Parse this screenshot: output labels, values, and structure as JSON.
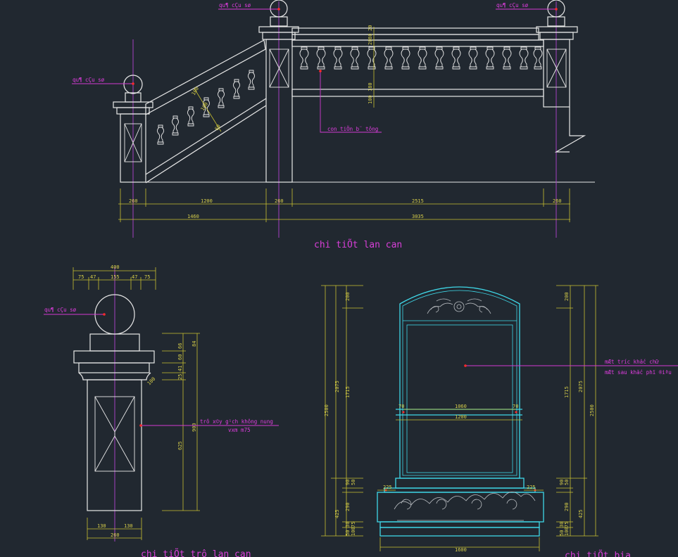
{
  "titles": {
    "railing": "chi tiÕt lan can",
    "post": "chi tiÕt trô lan can",
    "stele": "chi tiÕt bia"
  },
  "labels": {
    "ball_top_left": "qu¶ cÇu sø",
    "ball_top_right": "qu¶ cÇu sø",
    "ball_stair": "qu¶ cÇu sø",
    "baluster": "con tiÖn b¨ tông",
    "ball_post": "qu¶ cÇu sø",
    "post_core_1": "trô x©y g¹ch không nung",
    "post_core_2": "vxm m75",
    "stele_front": "mÆt tr­íc khắc chữ",
    "stele_back": "mÆt sau khắc phï ®iªu"
  },
  "dims_railing": {
    "d260a": "260",
    "d1200": "1200",
    "d260b": "260",
    "d2515": "2515",
    "d260c": "260",
    "d1460": "1460",
    "d3035": "3035",
    "v100": "100",
    "v180": "180",
    "v20a": "20",
    "v80": "80",
    "v20b": "20",
    "s100a": "100",
    "s100b": "100",
    "s60": "60"
  },
  "dims_post": {
    "w400": "400",
    "w75a": "75",
    "w47a": "47",
    "w155": "155",
    "w47b": "47",
    "w75b": "75",
    "v66": "66",
    "v84": "84",
    "v60": "60",
    "v41": "41",
    "v25": "25",
    "v625": "625",
    "v900": "900",
    "b130a": "130",
    "b130b": "130",
    "b260": "260",
    "diag": "100"
  },
  "dims_stele": {
    "l200": "200",
    "l1715": "1715",
    "l2075": "2075",
    "l2500": "2500",
    "l50": "50",
    "l90": "90",
    "l290": "290",
    "l425": "425",
    "l30": "30",
    "l75": "75",
    "l50b": "50",
    "l100": "100",
    "w1060": "1060",
    "w1200": "1200",
    "w225a": "225",
    "w225b": "225",
    "w1600": "1600",
    "c70a": "70",
    "c70b": "70",
    "r200": "200",
    "r1715": "1715",
    "r2075": "2075",
    "r2500": "2500",
    "r50": "50",
    "r90": "90",
    "r290": "290",
    "r425": "425",
    "r30": "30",
    "r75": "75",
    "r50b": "50",
    "r100": "100"
  },
  "colors": {
    "background": "#212830",
    "outline": "#e8e8e8",
    "stele": "#3fd8e8",
    "dimension": "#d7cf4a",
    "annotation": "#e03de0",
    "axis": "#a43fbf",
    "point": "#ff2a2a"
  }
}
